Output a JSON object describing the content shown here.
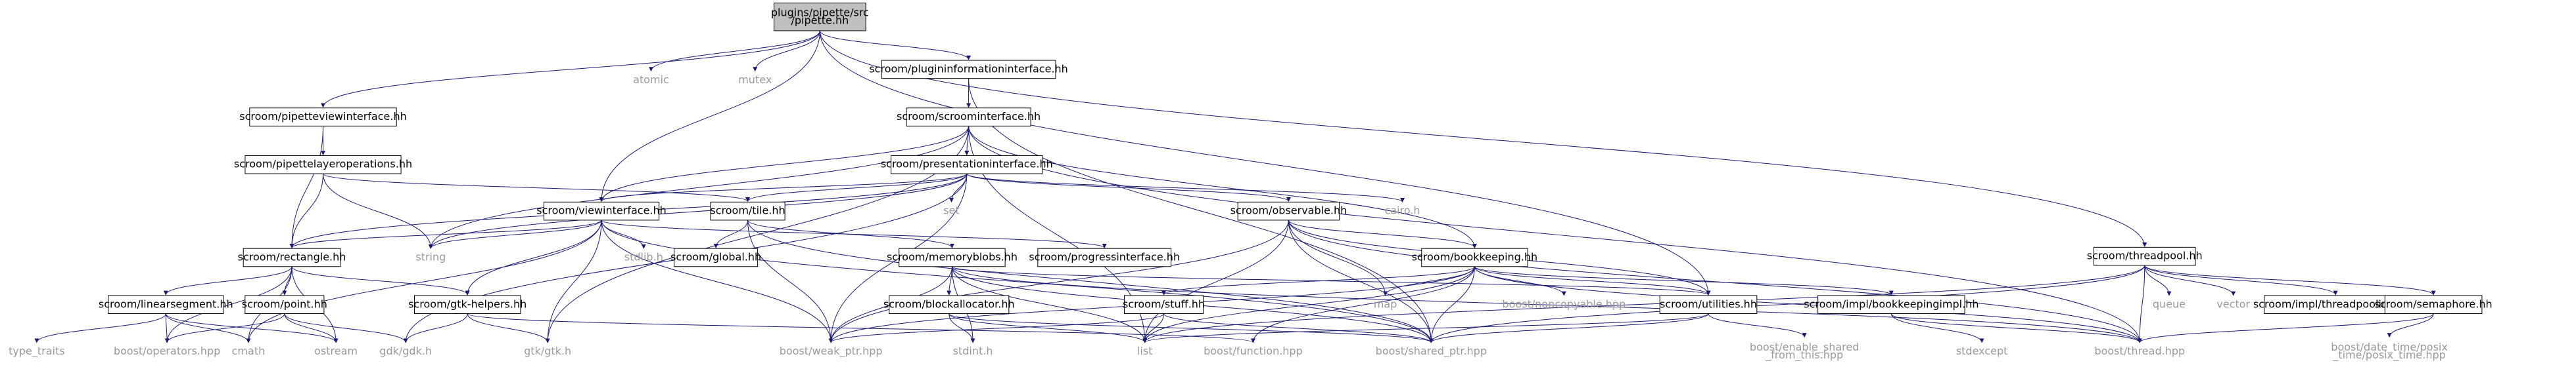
{
  "graph": {
    "nodes": [
      {
        "id": "pipette",
        "label": [
          "plugins/pipette/src",
          "/pipette.hh"
        ],
        "style": "root"
      },
      {
        "id": "atomic",
        "label": [
          "atomic"
        ],
        "style": "std"
      },
      {
        "id": "mutex",
        "label": [
          "mutex"
        ],
        "style": "std"
      },
      {
        "id": "plugininfo",
        "label": [
          "scroom/plugininformationinterface.hh"
        ],
        "style": "file"
      },
      {
        "id": "pipetteview",
        "label": [
          "scroom/pipetteviewinterface.hh"
        ],
        "style": "file"
      },
      {
        "id": "scroominterface",
        "label": [
          "scroom/scroominterface.hh"
        ],
        "style": "file"
      },
      {
        "id": "threadpool",
        "label": [
          "scroom/threadpool.hh"
        ],
        "style": "file"
      },
      {
        "id": "pipettelayerops",
        "label": [
          "scroom/pipettelayeroperations.hh"
        ],
        "style": "file"
      },
      {
        "id": "presentation",
        "label": [
          "scroom/presentationinterface.hh"
        ],
        "style": "file"
      },
      {
        "id": "viewinterface",
        "label": [
          "scroom/viewinterface.hh"
        ],
        "style": "file"
      },
      {
        "id": "tile",
        "label": [
          "scroom/tile.hh"
        ],
        "style": "file"
      },
      {
        "id": "set",
        "label": [
          "set"
        ],
        "style": "std"
      },
      {
        "id": "cairo",
        "label": [
          "cairo.h"
        ],
        "style": "std"
      },
      {
        "id": "observable",
        "label": [
          "scroom/observable.hh"
        ],
        "style": "file"
      },
      {
        "id": "rectangle",
        "label": [
          "scroom/rectangle.hh"
        ],
        "style": "file"
      },
      {
        "id": "string",
        "label": [
          "string"
        ],
        "style": "std"
      },
      {
        "id": "stdlib",
        "label": [
          "stdlib.h"
        ],
        "style": "std"
      },
      {
        "id": "global",
        "label": [
          "scroom/global.hh"
        ],
        "style": "file"
      },
      {
        "id": "memoryblobs",
        "label": [
          "scroom/memoryblobs.hh"
        ],
        "style": "file"
      },
      {
        "id": "progress",
        "label": [
          "scroom/progressinterface.hh"
        ],
        "style": "file"
      },
      {
        "id": "bookkeeping",
        "label": [
          "scroom/bookkeeping.hh"
        ],
        "style": "file"
      },
      {
        "id": "linearsegment",
        "label": [
          "scroom/linearsegment.hh"
        ],
        "style": "file"
      },
      {
        "id": "point",
        "label": [
          "scroom/point.hh"
        ],
        "style": "file"
      },
      {
        "id": "gtkhelpers",
        "label": [
          "scroom/gtk-helpers.hh"
        ],
        "style": "file"
      },
      {
        "id": "blockallocator",
        "label": [
          "scroom/blockallocator.hh"
        ],
        "style": "file"
      },
      {
        "id": "stuff",
        "label": [
          "scroom/stuff.hh"
        ],
        "style": "file"
      },
      {
        "id": "map",
        "label": [
          "map"
        ],
        "style": "std"
      },
      {
        "id": "noncopyable",
        "label": [
          "boost/noncopyable.hpp"
        ],
        "style": "std"
      },
      {
        "id": "utilities",
        "label": [
          "scroom/utilities.hh"
        ],
        "style": "file"
      },
      {
        "id": "bookkeepingimpl",
        "label": [
          "scroom/impl/bookkeepingimpl.hh"
        ],
        "style": "file"
      },
      {
        "id": "queue",
        "label": [
          "queue"
        ],
        "style": "std"
      },
      {
        "id": "vector",
        "label": [
          "vector"
        ],
        "style": "std"
      },
      {
        "id": "threadpoolimpl",
        "label": [
          "scroom/impl/threadpoolimpl.hh"
        ],
        "style": "file"
      },
      {
        "id": "semaphore",
        "label": [
          "scroom/semaphore.hh"
        ],
        "style": "file"
      },
      {
        "id": "type_traits",
        "label": [
          "type_traits"
        ],
        "style": "std"
      },
      {
        "id": "operators",
        "label": [
          "boost/operators.hpp"
        ],
        "style": "std"
      },
      {
        "id": "cmath",
        "label": [
          "cmath"
        ],
        "style": "std"
      },
      {
        "id": "ostream",
        "label": [
          "ostream"
        ],
        "style": "std"
      },
      {
        "id": "gdk",
        "label": [
          "gdk/gdk.h"
        ],
        "style": "std"
      },
      {
        "id": "gtk",
        "label": [
          "gtk/gtk.h"
        ],
        "style": "std"
      },
      {
        "id": "weakptr",
        "label": [
          "boost/weak_ptr.hpp"
        ],
        "style": "std"
      },
      {
        "id": "stdint",
        "label": [
          "stdint.h"
        ],
        "style": "std"
      },
      {
        "id": "list",
        "label": [
          "list"
        ],
        "style": "std"
      },
      {
        "id": "function",
        "label": [
          "boost/function.hpp"
        ],
        "style": "std"
      },
      {
        "id": "sharedptr",
        "label": [
          "boost/shared_ptr.hpp"
        ],
        "style": "std"
      },
      {
        "id": "enableshared",
        "label": [
          "boost/enable_shared",
          "_from_this.hpp"
        ],
        "style": "std"
      },
      {
        "id": "stdexcept",
        "label": [
          "stdexcept"
        ],
        "style": "std"
      },
      {
        "id": "boostthread",
        "label": [
          "boost/thread.hpp"
        ],
        "style": "std"
      },
      {
        "id": "posixtime",
        "label": [
          "boost/date_time/posix",
          "_time/posix_time.hpp"
        ],
        "style": "std"
      }
    ],
    "edges": [
      [
        "pipette",
        "atomic"
      ],
      [
        "pipette",
        "mutex"
      ],
      [
        "pipette",
        "plugininfo"
      ],
      [
        "pipette",
        "pipetteview"
      ],
      [
        "pipette",
        "viewinterface"
      ],
      [
        "pipette",
        "utilities"
      ],
      [
        "pipette",
        "threadpool"
      ],
      [
        "plugininfo",
        "scroominterface"
      ],
      [
        "plugininfo",
        "sharedptr"
      ],
      [
        "pipetteview",
        "pipettelayerops"
      ],
      [
        "pipetteview",
        "rectangle"
      ],
      [
        "pipettelayerops",
        "rectangle"
      ],
      [
        "pipettelayerops",
        "string"
      ],
      [
        "pipettelayerops",
        "tile"
      ],
      [
        "scroominterface",
        "presentation"
      ],
      [
        "scroominterface",
        "viewinterface"
      ],
      [
        "scroominterface",
        "string"
      ],
      [
        "scroominterface",
        "gtk"
      ],
      [
        "scroominterface",
        "bookkeeping"
      ],
      [
        "scroominterface",
        "list"
      ],
      [
        "scroominterface",
        "boostthread"
      ],
      [
        "presentation",
        "viewinterface"
      ],
      [
        "presentation",
        "tile"
      ],
      [
        "presentation",
        "set"
      ],
      [
        "presentation",
        "cairo"
      ],
      [
        "presentation",
        "observable"
      ],
      [
        "presentation",
        "rectangle"
      ],
      [
        "presentation",
        "gdk"
      ],
      [
        "presentation",
        "weakptr"
      ],
      [
        "presentation",
        "string"
      ],
      [
        "viewinterface",
        "rectangle"
      ],
      [
        "viewinterface",
        "string"
      ],
      [
        "viewinterface",
        "stdlib"
      ],
      [
        "viewinterface",
        "progress"
      ],
      [
        "viewinterface",
        "gtkhelpers"
      ],
      [
        "viewinterface",
        "gtk"
      ],
      [
        "viewinterface",
        "cmath"
      ],
      [
        "viewinterface",
        "weakptr"
      ],
      [
        "viewinterface",
        "sharedptr"
      ],
      [
        "tile",
        "global"
      ],
      [
        "tile",
        "memoryblobs"
      ],
      [
        "tile",
        "weakptr"
      ],
      [
        "tile",
        "sharedptr"
      ],
      [
        "observable",
        "bookkeeping"
      ],
      [
        "observable",
        "utilities"
      ],
      [
        "observable",
        "map"
      ],
      [
        "observable",
        "list"
      ],
      [
        "observable",
        "sharedptr"
      ],
      [
        "observable",
        "weakptr"
      ],
      [
        "observable",
        "boostthread"
      ],
      [
        "rectangle",
        "linearsegment"
      ],
      [
        "rectangle",
        "point"
      ],
      [
        "rectangle",
        "gtkhelpers"
      ],
      [
        "rectangle",
        "operators"
      ],
      [
        "rectangle",
        "ostream"
      ],
      [
        "rectangle",
        "cmath"
      ],
      [
        "memoryblobs",
        "blockallocator"
      ],
      [
        "memoryblobs",
        "utilities"
      ],
      [
        "memoryblobs",
        "sharedptr"
      ],
      [
        "memoryblobs",
        "weakptr"
      ],
      [
        "memoryblobs",
        "list"
      ],
      [
        "memoryblobs",
        "stdint"
      ],
      [
        "memoryblobs",
        "boostthread"
      ],
      [
        "bookkeeping",
        "noncopyable"
      ],
      [
        "bookkeeping",
        "utilities"
      ],
      [
        "bookkeeping",
        "stuff"
      ],
      [
        "bookkeeping",
        "bookkeepingimpl"
      ],
      [
        "bookkeeping",
        "map"
      ],
      [
        "bookkeeping",
        "sharedptr"
      ],
      [
        "bookkeeping",
        "weakptr"
      ],
      [
        "bookkeeping",
        "list"
      ],
      [
        "bookkeeping",
        "function"
      ],
      [
        "bookkeeping",
        "boostthread"
      ],
      [
        "linearsegment",
        "type_traits"
      ],
      [
        "linearsegment",
        "operators"
      ],
      [
        "linearsegment",
        "cmath"
      ],
      [
        "linearsegment",
        "ostream"
      ],
      [
        "point",
        "operators"
      ],
      [
        "point",
        "ostream"
      ],
      [
        "point",
        "gdk"
      ],
      [
        "gtkhelpers",
        "gdk"
      ],
      [
        "gtkhelpers",
        "gtk"
      ],
      [
        "gtkhelpers",
        "function"
      ],
      [
        "blockallocator",
        "stdint"
      ],
      [
        "blockallocator",
        "list"
      ],
      [
        "blockallocator",
        "sharedptr"
      ],
      [
        "stuff",
        "list"
      ],
      [
        "stuff",
        "sharedptr"
      ],
      [
        "stuff",
        "weakptr"
      ],
      [
        "utilities",
        "enableshared"
      ],
      [
        "utilities",
        "sharedptr"
      ],
      [
        "utilities",
        "list"
      ],
      [
        "bookkeepingimpl",
        "stdexcept"
      ],
      [
        "bookkeepingimpl",
        "boostthread"
      ],
      [
        "threadpool",
        "queue"
      ],
      [
        "threadpool",
        "vector"
      ],
      [
        "threadpool",
        "threadpoolimpl"
      ],
      [
        "threadpool",
        "semaphore"
      ],
      [
        "threadpool",
        "boostthread"
      ],
      [
        "threadpool",
        "sharedptr"
      ],
      [
        "threadpool",
        "list"
      ],
      [
        "semaphore",
        "boostthread"
      ],
      [
        "semaphore",
        "posixtime"
      ]
    ]
  },
  "colors": {
    "edge": "#191970",
    "root_fill": "#bfbfbf",
    "file_fill": "#ffffff",
    "std_text": "#9a9a9a",
    "node_border": "#000000",
    "text": "#000000"
  }
}
